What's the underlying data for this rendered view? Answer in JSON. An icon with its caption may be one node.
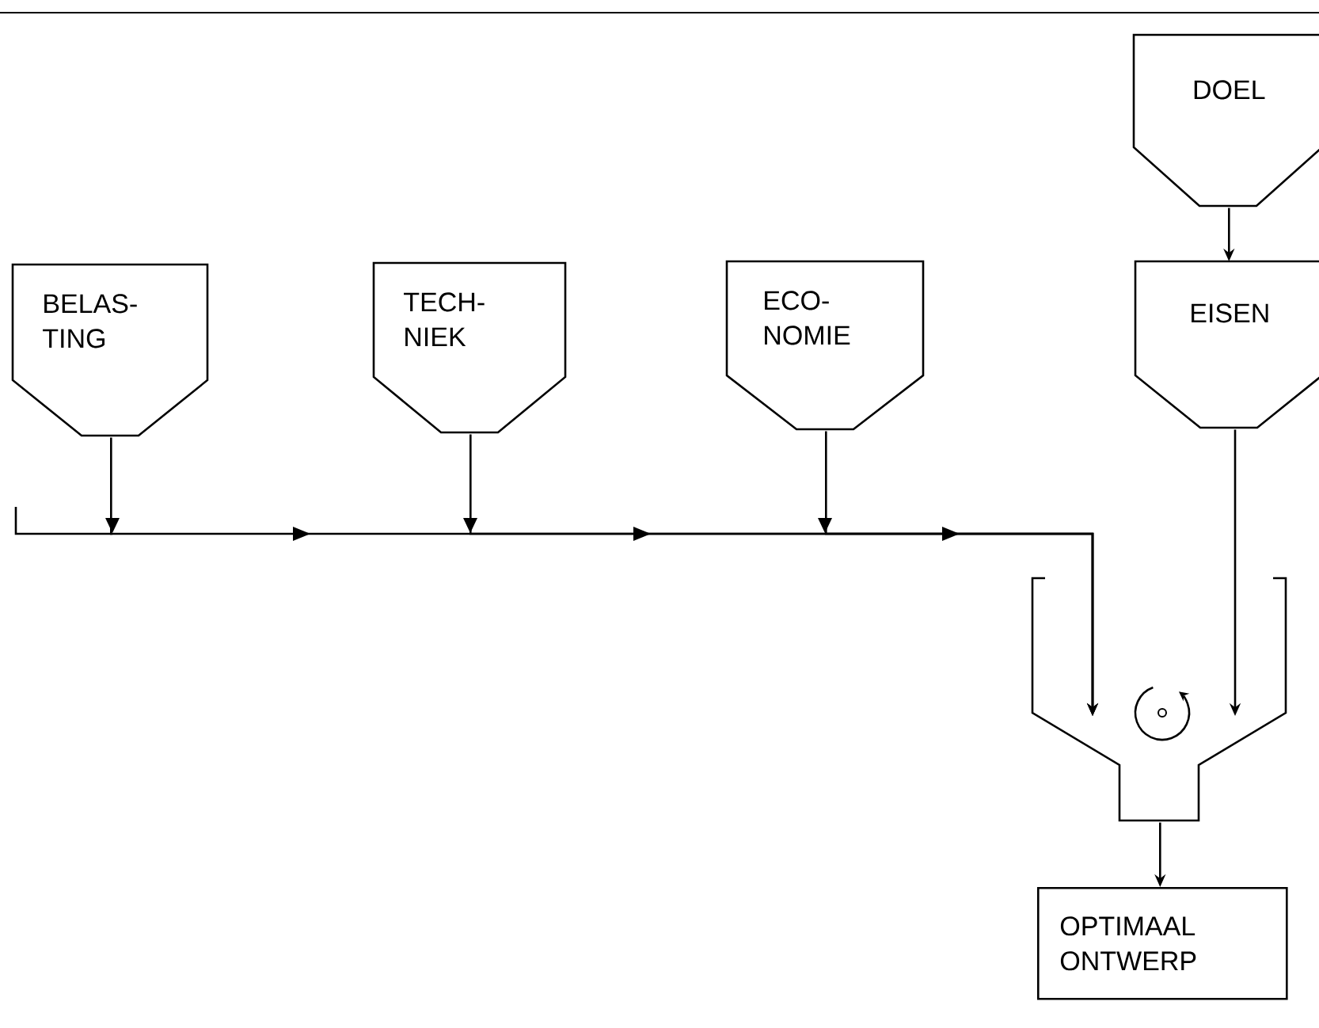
{
  "diagram": {
    "nodes": [
      {
        "text": [
          "BELAS- TING"
        ]
      },
      {
        "text": [
          "TECH- NIEK"
        ]
      },
      {
        "text": [
          "ECO- NOMIE"
        ]
      },
      {
        "text": [
          "DOEL"
        ]
      },
      {
        "text": [
          "EISEN"
        ]
      },
      {
        "text": [],
        "shape": "funnel"
      },
      {
        "text": [
          "OPTIMAAL ONTWERP"
        ]
      }
    ],
    "edges": [
      {
        "from": 0,
        "to": 5,
        "arrow": "to"
      },
      {
        "from": 1,
        "to": 5,
        "arrow": "to"
      },
      {
        "from": 2,
        "to": 5,
        "arrow": "to"
      },
      {
        "from": 3,
        "to": 4,
        "arrow": "to"
      },
      {
        "from": 4,
        "to": 5,
        "arrow": "to"
      },
      {
        "from": 5,
        "to": 6,
        "arrow": "to"
      }
    ]
  }
}
